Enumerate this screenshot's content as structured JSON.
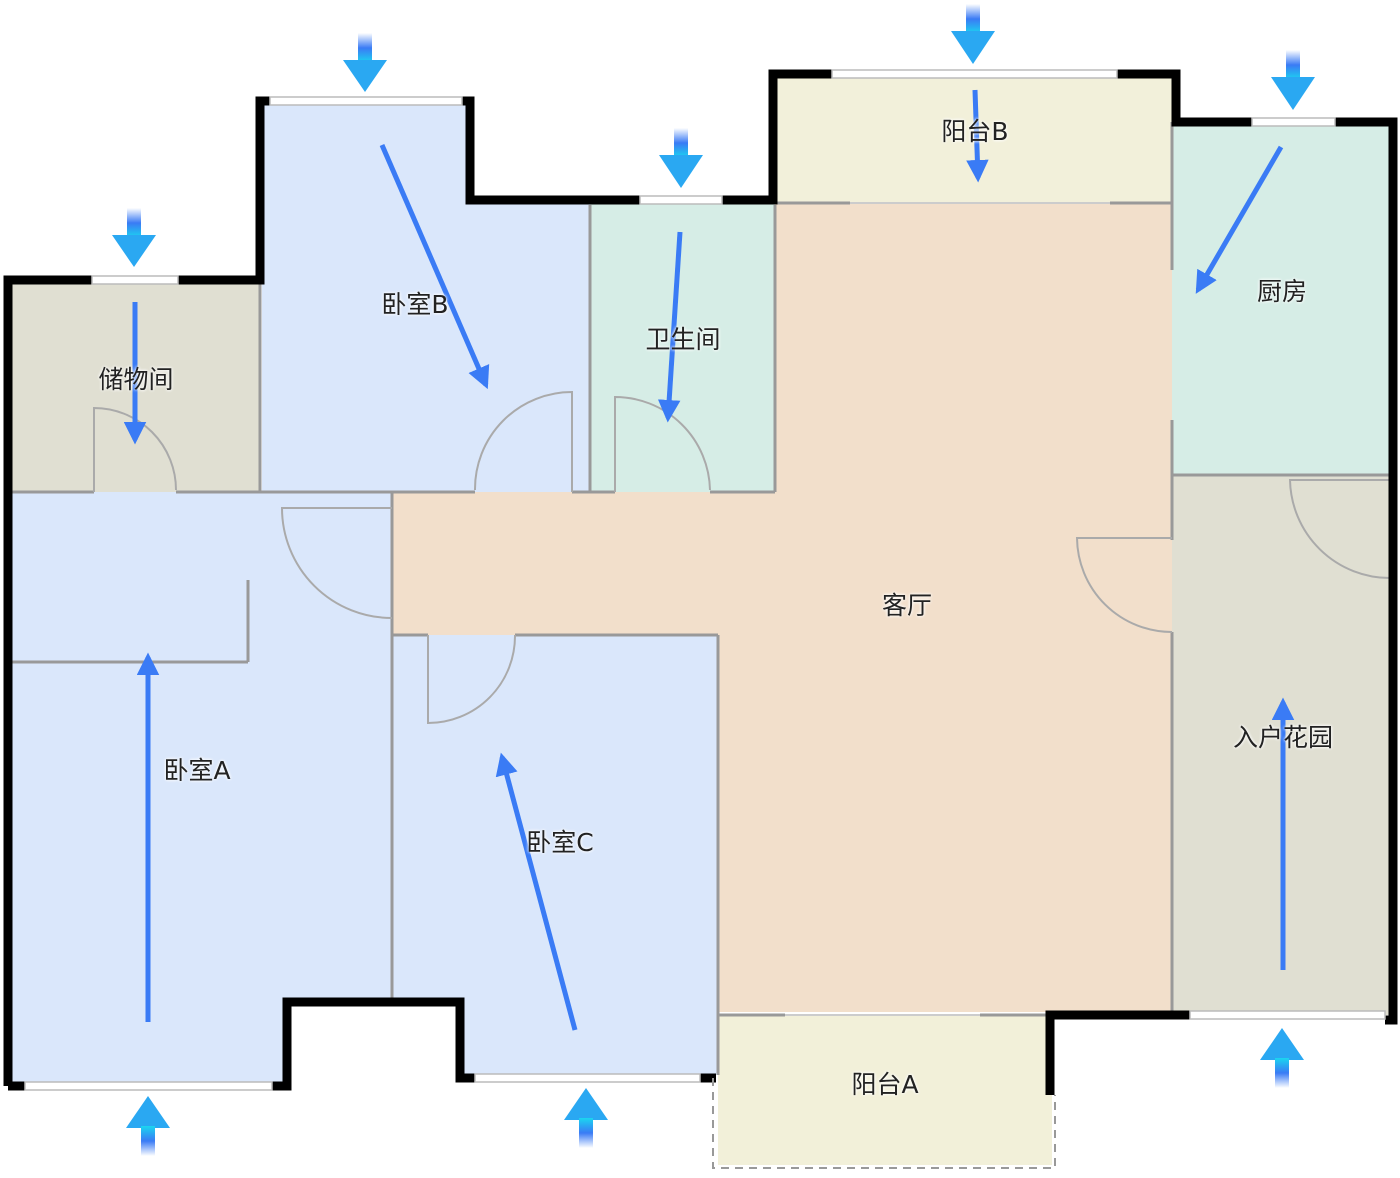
{
  "title": "户型图",
  "rooms": {
    "storage": {
      "label": "储物间",
      "color": "#e0dfd2"
    },
    "bedroom_b": {
      "label": "卧室B",
      "color": "#dae7fb"
    },
    "bathroom": {
      "label": "卫生间",
      "color": "#d6ede6"
    },
    "balcony_b": {
      "label": "阳台B",
      "color": "#f2f0da"
    },
    "kitchen": {
      "label": "厨房",
      "color": "#d6ede6"
    },
    "living_room": {
      "label": "客厅",
      "color": "#f2dfcb"
    },
    "entry_garden": {
      "label": "入户花园",
      "color": "#e0dfd2"
    },
    "bedroom_a": {
      "label": "卧室A",
      "color": "#dae7fb"
    },
    "bedroom_c": {
      "label": "卧室C",
      "color": "#dae7fb"
    },
    "balcony_a": {
      "label": "阳台A",
      "color": "#f2f0d9"
    }
  },
  "colors": {
    "wall": "#000000",
    "interior_wall": "#999999",
    "arrow": "#3a7bf5",
    "entry_arrow_top": "#1bd6f0"
  }
}
